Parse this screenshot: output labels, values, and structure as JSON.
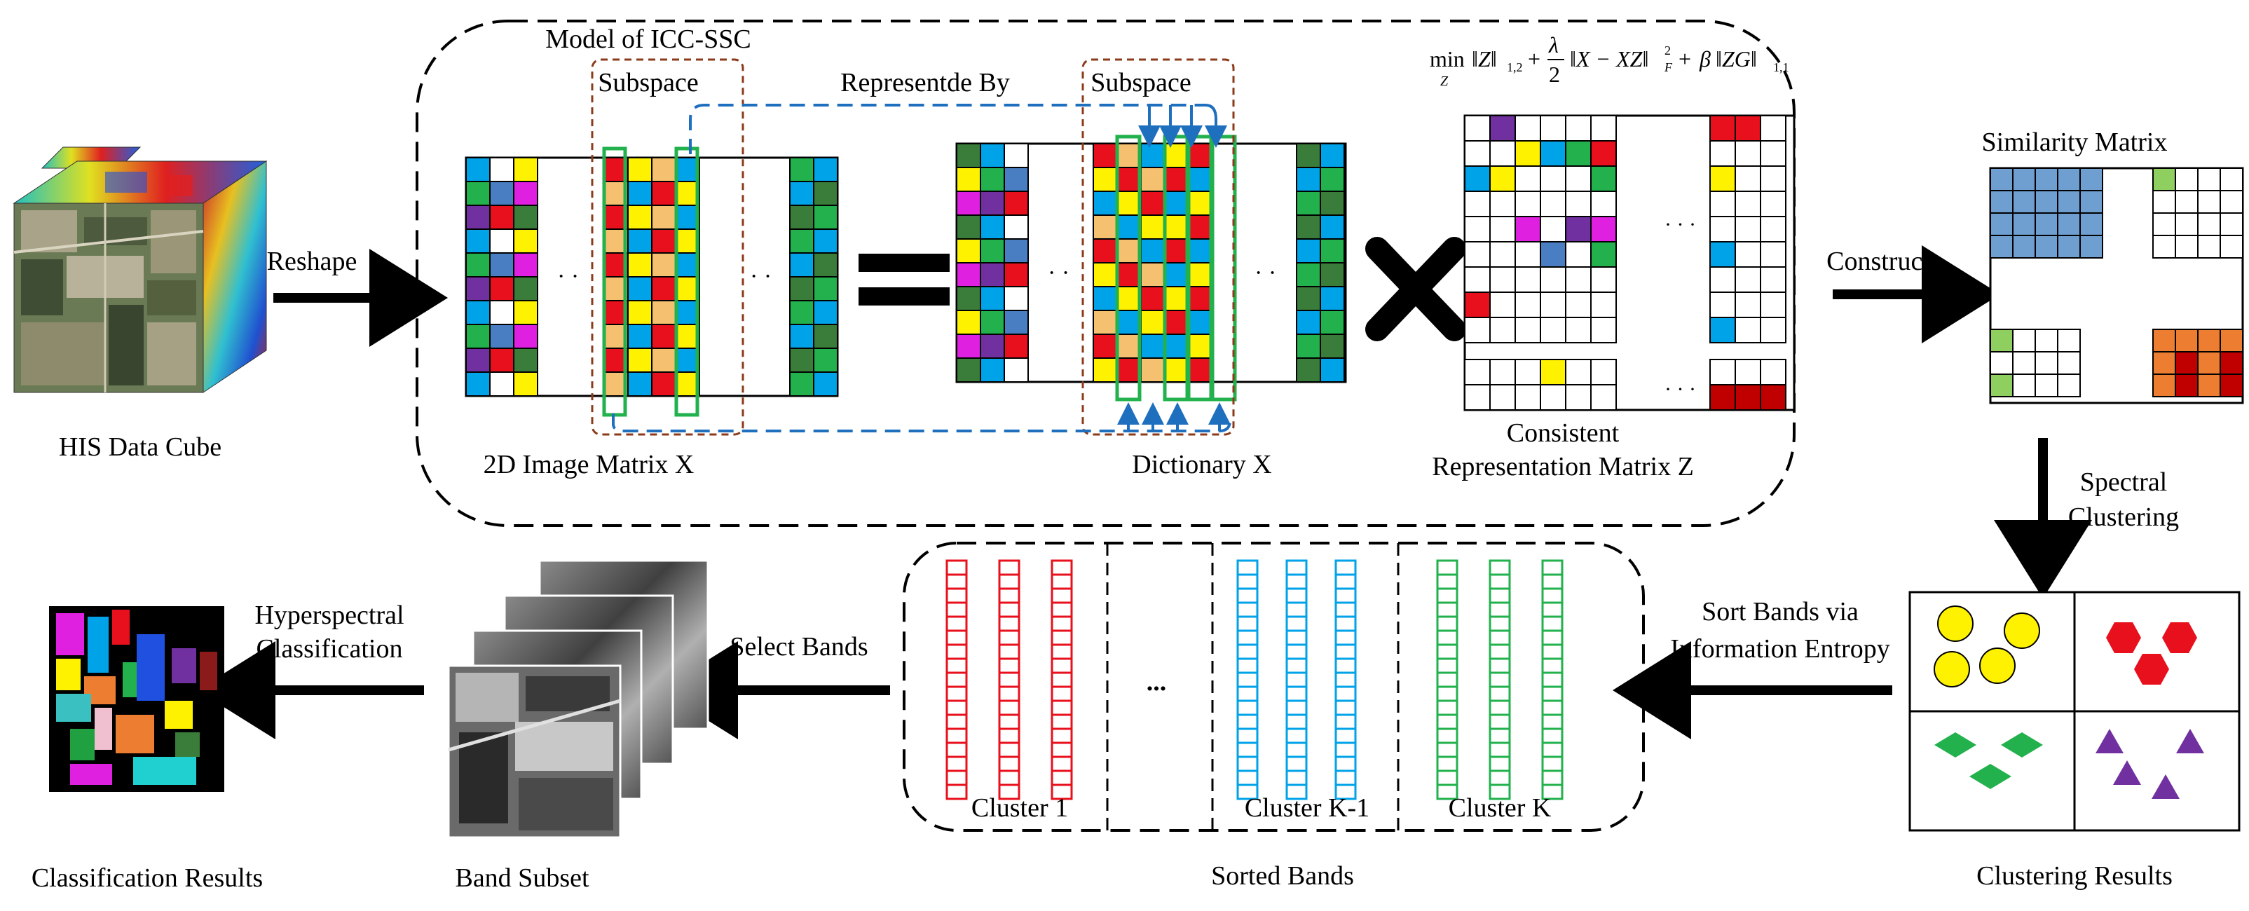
{
  "hsi": {
    "cube_label": "HIS Data Cube",
    "reshape": "Reshape"
  },
  "model": {
    "title": "Model of ICC-SSC",
    "subspace_left": "Subspace",
    "subspace_right": "Subspace",
    "represented_by": "Representde By",
    "matrix_x_label": "2D Image Matrix X",
    "dictionary_label": "Dictionary X",
    "z_label_line1": "Consistent",
    "z_label_line2": "Representation Matrix Z",
    "formula": {
      "min": "min",
      "sub_z": "Z",
      "lambda": "λ",
      "two": "2",
      "beta": "β"
    }
  },
  "similarity": {
    "title": "Similarity Matrix",
    "construct": "Construct"
  },
  "clustering": {
    "step_line1": "Spectral",
    "step_line2": "Clustering",
    "label": "Clustering Results"
  },
  "sorting": {
    "step_line1": "Sort Bands via",
    "step_line2": "Information Entropy",
    "label": "Sorted Bands",
    "clusters": [
      "Cluster 1",
      "Cluster K-1",
      "Cluster K"
    ],
    "ellipsis": "..."
  },
  "selection": {
    "step": "Select Bands",
    "label": "Band Subset"
  },
  "classification": {
    "step_line1": "Hyperspectral",
    "step_line2": "Classification",
    "label": "Classification Results"
  },
  "colors": {
    "red": "#e8101c",
    "yellow": "#fff200",
    "blue": "#00a2e8",
    "green": "#22b14c",
    "magenta": "#e020e0",
    "purple": "#7030a0",
    "darkgreen": "#3a7d3a",
    "steel": "#4a7ec2",
    "simblue": "#6f9fd0",
    "orange": "#ed7d31",
    "darkred": "#c00000",
    "lightgreen": "#8fcf5f",
    "brown_dash": "#8b3a1a",
    "dash_blue": "#1f6fbf"
  }
}
